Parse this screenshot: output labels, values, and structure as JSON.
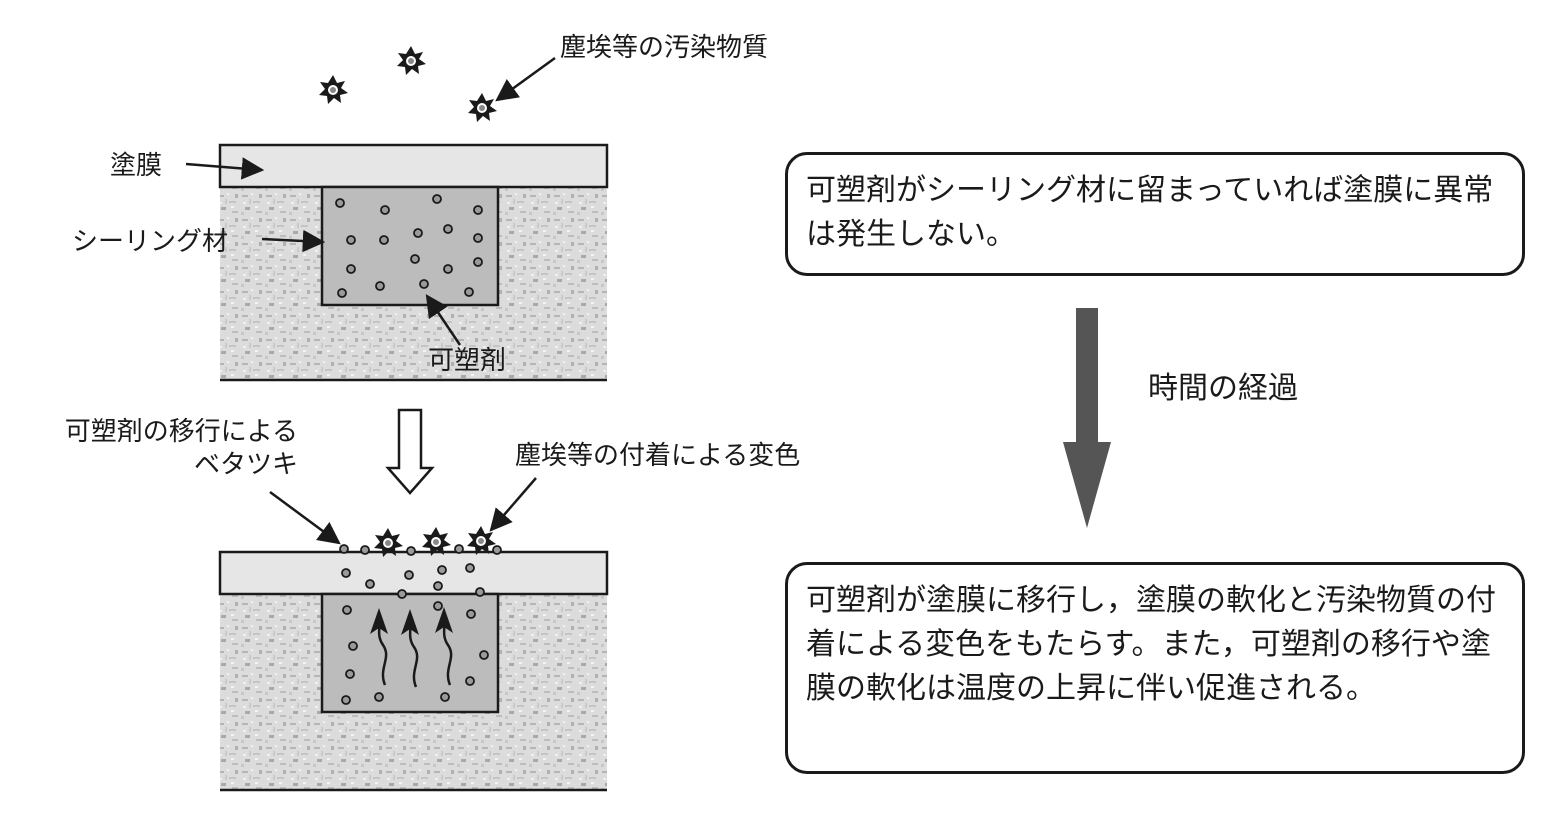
{
  "top_figure": {
    "pollutant_label": "塵埃等の汚染物質",
    "coating_label": "塗膜",
    "sealant_label": "シーリング材",
    "plasticizer_label": "可塑剤"
  },
  "bottom_figure": {
    "migration_label_line1": "可塑剤の移行による",
    "migration_label_line2": "ベタツキ",
    "discoloration_label": "塵埃等の付着による変色"
  },
  "flow": {
    "box_before": "可塑剤がシーリング材に留まっていれば塗膜に異常は発生しない。",
    "time_label": "時間の経過",
    "box_after": "可塑剤が塗膜に移行し，塗膜の軟化と汚染物質の付着による変色をもたらす。また，可塑剤の移行や塗膜の軟化は温度の上昇に伴い促進される。"
  },
  "colors": {
    "ink": "#1a1a1a",
    "coating": "#e2e2e2",
    "substrate": "#d9d9d9",
    "sealant": "#b8b8b8",
    "arrow": "#555555"
  }
}
